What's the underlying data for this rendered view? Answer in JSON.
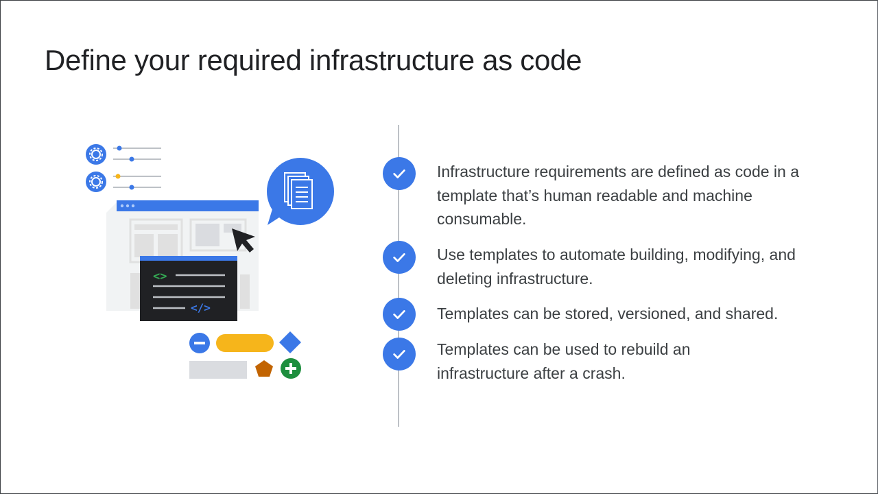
{
  "slide": {
    "title": "Define your required infrastructure as code"
  },
  "bullets": [
    {
      "icon": "check-circle-icon",
      "text": "Infrastructure requirements are defined as code in a template that’s human readable and machine consumable."
    },
    {
      "icon": "check-circle-icon",
      "text": "Use templates to automate building, modifying, and deleting infrastructure."
    },
    {
      "icon": "check-circle-icon",
      "text": "Templates can be stored, versioned, and shared."
    },
    {
      "icon": "check-circle-icon",
      "text": "Templates can be used to rebuild an infrastructure after a crash."
    }
  ],
  "illustration": {
    "code_tags": [
      "<>",
      "</>"
    ],
    "colors": {
      "accent_blue": "#3b78e7",
      "code_panel": "#202124",
      "yellow": "#f6b51b",
      "green": "#1e8e3e",
      "orange": "#c26401",
      "gray": "#dadce0"
    }
  }
}
